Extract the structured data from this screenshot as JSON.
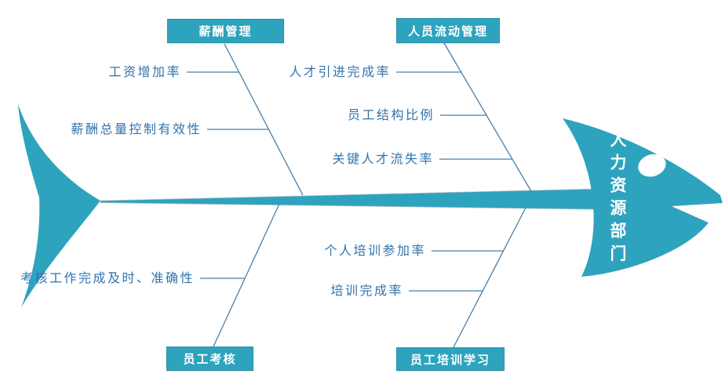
{
  "fishbone": {
    "effect": {
      "label": "人力资源部门"
    },
    "branches": [
      {
        "position": "top-left",
        "label": "薪酬管理",
        "causes": [
          "工资增加率",
          "薪酬总量控制有效性"
        ]
      },
      {
        "position": "top-right",
        "label": "人员流动管理",
        "causes": [
          "人才引进完成率",
          "员工结构比例",
          "关键人才流失率"
        ]
      },
      {
        "position": "bottom-left",
        "label": "员工考核",
        "causes": [
          "考核工作完成及时、准确性"
        ]
      },
      {
        "position": "bottom-right",
        "label": "员工培训学习",
        "causes": [
          "个人培训参加率",
          "培训完成率"
        ]
      }
    ],
    "colors": {
      "fish_teal": "#2EA3BE",
      "branch_line": "#4A7FA8",
      "cause_text": "#3173AD",
      "box_border": "#2B8FA7",
      "box_text": "#FFFFFF"
    }
  }
}
